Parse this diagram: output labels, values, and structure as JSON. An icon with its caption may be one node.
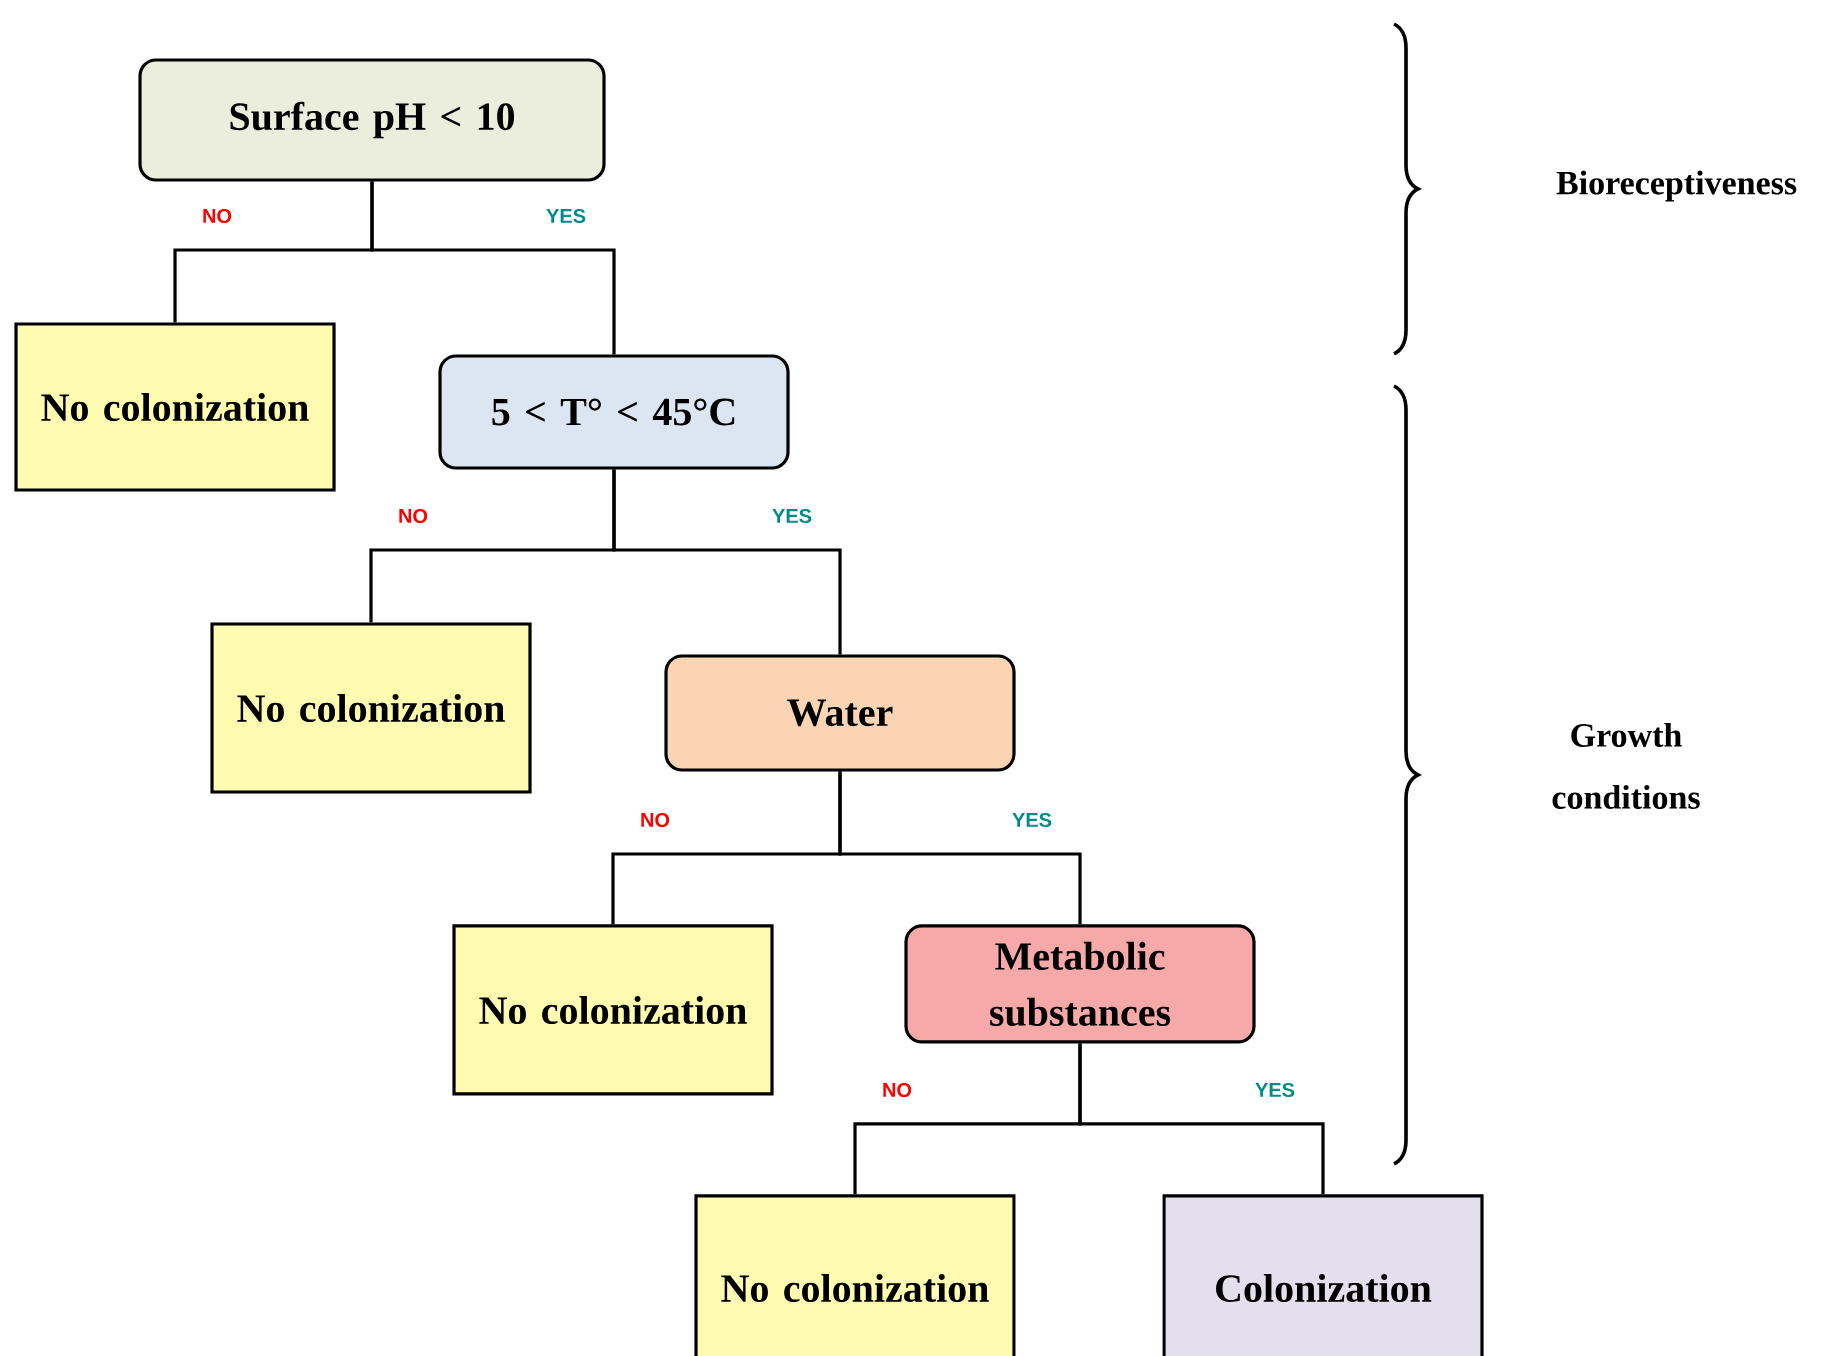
{
  "diagram": {
    "nodes": [
      {
        "text": [
          "Surface pH < 10"
        ]
      },
      {
        "text": [
          "No colonization"
        ]
      },
      {
        "text": [
          "5 <  T° < 45°C"
        ]
      },
      {
        "text": [
          "No colonization"
        ]
      },
      {
        "text": [
          "Water"
        ]
      },
      {
        "text": [
          "No colonization"
        ]
      },
      {
        "text": [
          "Metabolic substances"
        ]
      },
      {
        "text": [
          "No colonization"
        ]
      },
      {
        "text": [
          "Colonization"
        ]
      }
    ],
    "edges": [
      {
        "from": 0,
        "to": 1,
        "arrow": "none",
        "label": "NO"
      },
      {
        "from": 0,
        "to": 2,
        "arrow": "none",
        "label": "YES"
      },
      {
        "from": 2,
        "to": 3,
        "arrow": "none",
        "label": "NO"
      },
      {
        "from": 2,
        "to": 4,
        "arrow": "none",
        "label": "YES"
      },
      {
        "from": 4,
        "to": 5,
        "arrow": "none",
        "label": "NO"
      },
      {
        "from": 4,
        "to": 6,
        "arrow": "none",
        "label": "YES"
      },
      {
        "from": 6,
        "to": 7,
        "arrow": "none",
        "label": "NO"
      },
      {
        "from": 6,
        "to": 8,
        "arrow": "none",
        "label": "YES"
      }
    ],
    "labels": [
      "Bioreceptiveness",
      "Growth conditions"
    ]
  }
}
